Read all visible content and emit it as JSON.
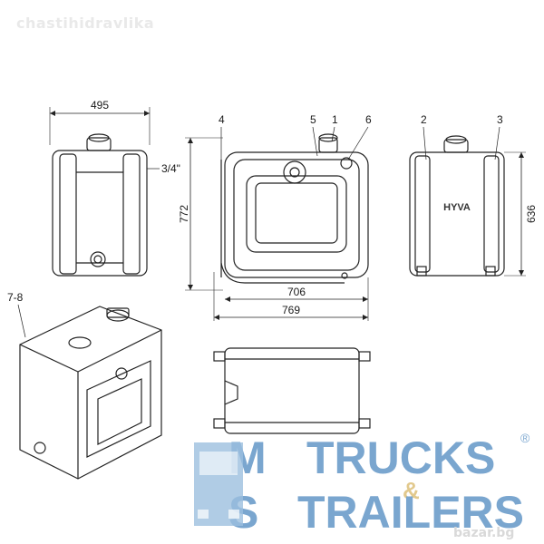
{
  "watermark": "chastihidravlika",
  "dimensions": {
    "width_495": "495",
    "thread": "3/4\"",
    "height_772": "772",
    "width_706": "706",
    "width_769": "769",
    "height_636": "636"
  },
  "callouts": {
    "c1": "1",
    "c2": "2",
    "c3": "3",
    "c4": "4",
    "c5": "5",
    "c6": "6",
    "c78": "7-8"
  },
  "side_logo": "HYVA",
  "brand": {
    "line1_m": "M",
    "line1_word": "TRUCKS",
    "ampersand": "&",
    "registered": "®",
    "line2_s": "S",
    "line2_word": "TRAILERS",
    "color": "#7aa6cf",
    "amp_color": "#e2c98d"
  },
  "footer_watermark": "bazar.bg"
}
